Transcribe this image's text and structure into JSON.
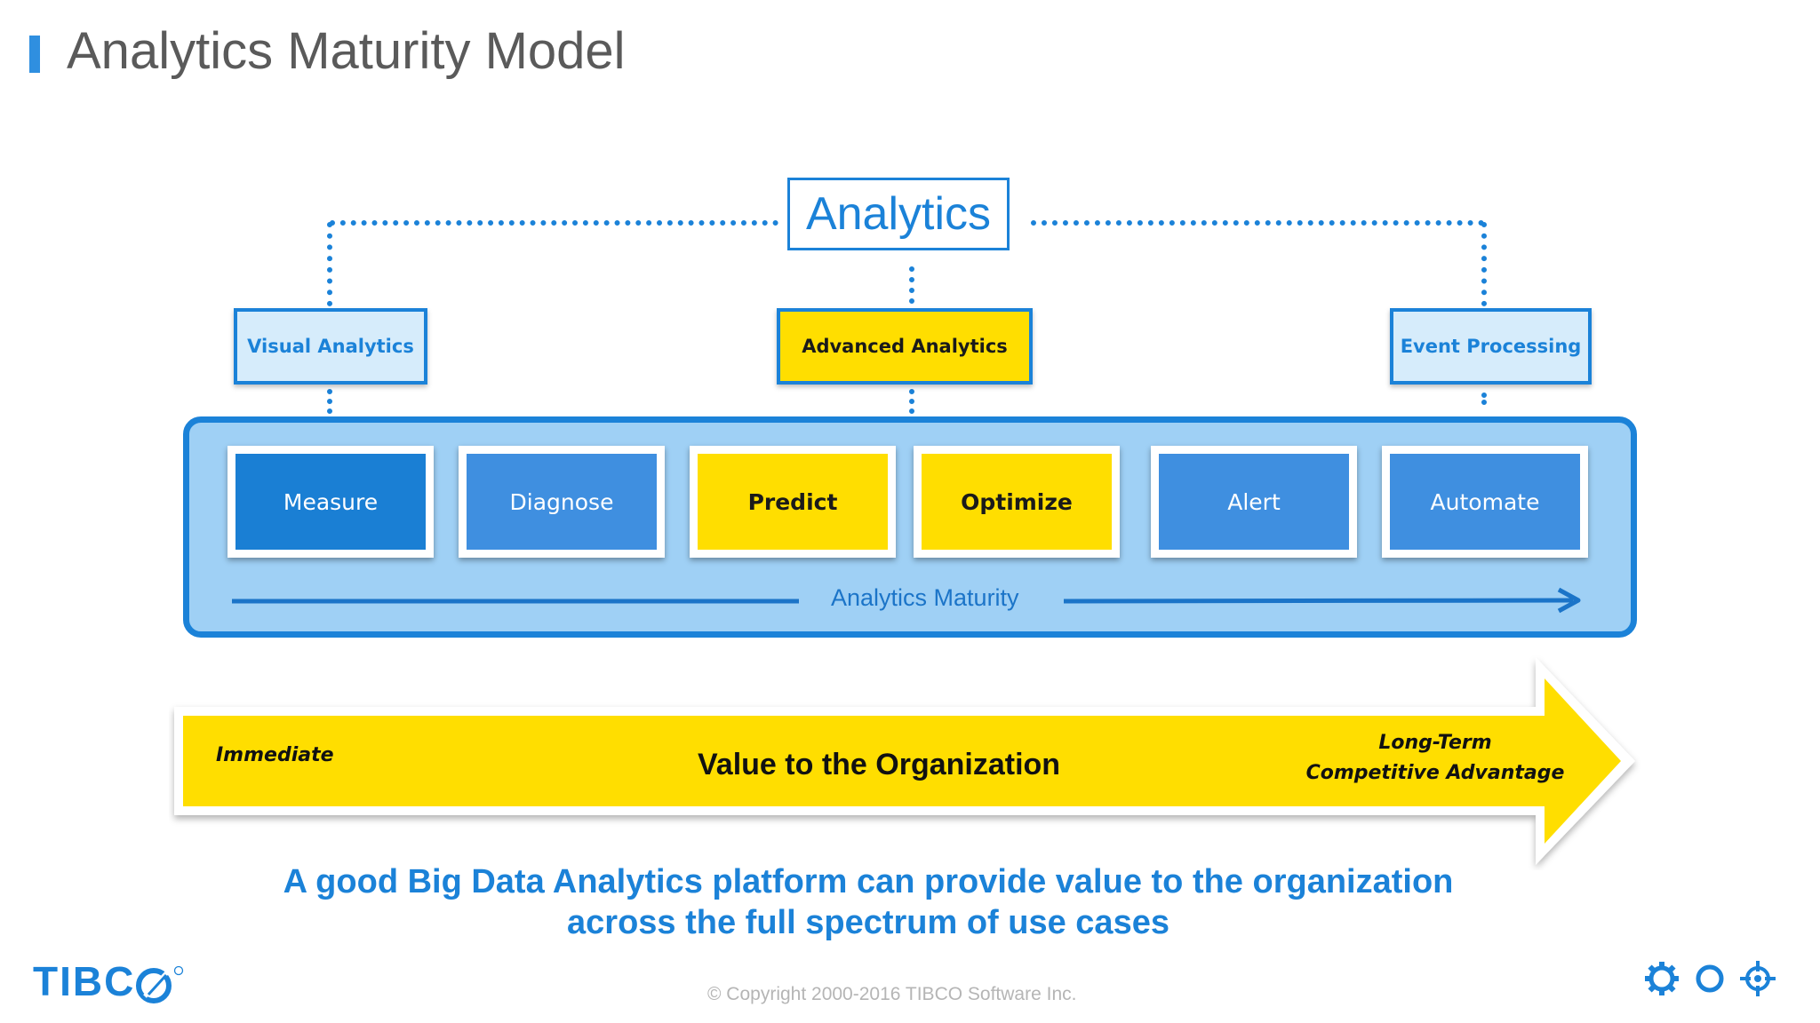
{
  "page": {
    "title": "Analytics Maturity Model"
  },
  "diagram": {
    "root_label": "Analytics",
    "categories": [
      {
        "label": "Visual Analytics",
        "highlight": false
      },
      {
        "label": "Advanced Analytics",
        "highlight": true
      },
      {
        "label": "Event Processing",
        "highlight": false
      }
    ],
    "stages": [
      {
        "label": "Measure",
        "style": "dark-blue"
      },
      {
        "label": "Diagnose",
        "style": "blue"
      },
      {
        "label": "Predict",
        "style": "yellow"
      },
      {
        "label": "Optimize",
        "style": "yellow"
      },
      {
        "label": "Alert",
        "style": "blue"
      },
      {
        "label": "Automate",
        "style": "blue"
      }
    ],
    "maturity_label": "Analytics Maturity"
  },
  "value_arrow": {
    "start_label": "Immediate",
    "center_label": "Value to the Organization",
    "end_label_line1": "Long-Term",
    "end_label_line2": "Competitive Advantage"
  },
  "tagline": {
    "line1": "A good Big Data Analytics platform can provide value to the organization",
    "line2": "across the full spectrum of use cases"
  },
  "footer": {
    "logo_text": "TIBC",
    "copyright": "© Copyright 2000-2016 TIBCO Software Inc.",
    "icons": [
      "gear-icon",
      "circle-icon",
      "crosshair-icon"
    ]
  },
  "colors": {
    "accent_blue": "#1b82d8",
    "light_blue": "#9fd0f5",
    "yellow": "#ffde00",
    "title_gray": "#5a5a5a"
  }
}
